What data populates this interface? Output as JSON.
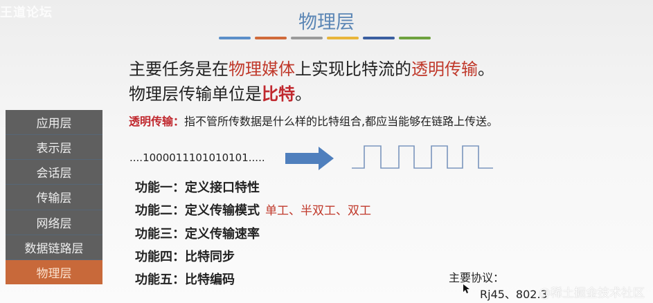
{
  "watermark": {
    "forum": "王道论坛",
    "juejin": "@稀土掘金技术社区"
  },
  "slide": {
    "title": "物理层",
    "title_bar_colors": [
      "#5b8fc9",
      "#d06a3a",
      "#9a9a9a",
      "#e8b53a",
      "#3a5ea0",
      "#6ea23e"
    ],
    "line1": {
      "a": "主要任务是在",
      "b": "物理媒体",
      "c": "上实现比特流的",
      "d": "透明传输",
      "e": "。"
    },
    "line2": {
      "a": "物理层传输单位是",
      "b": "比特",
      "c": "。"
    },
    "definition": {
      "term": "透明传输：",
      "text": "指不管所传数据是什么样的比特组合,都应当能够在链路上传送。"
    },
    "bitstream": "....1000011101010101.....",
    "functions": [
      {
        "label": "功能一：",
        "text": "定义接口特性"
      },
      {
        "label": "功能二：",
        "text": "定义传输模式",
        "note": "单工、半双工、双工"
      },
      {
        "label": "功能三：",
        "text": "定义传输速率"
      },
      {
        "label": "功能四：",
        "text": "比特同步"
      },
      {
        "label": "功能五：",
        "text": "比特编码"
      }
    ],
    "protocols": {
      "label": "主要协议：",
      "value": "Rj45、802.3"
    }
  },
  "sidebar": {
    "items": [
      "应用层",
      "表示层",
      "会话层",
      "传输层",
      "网络层",
      "数据链路层",
      "物理层"
    ],
    "active": "物理层",
    "colors": {
      "normal": "#5f5f5f",
      "active": "#c8693a"
    }
  }
}
